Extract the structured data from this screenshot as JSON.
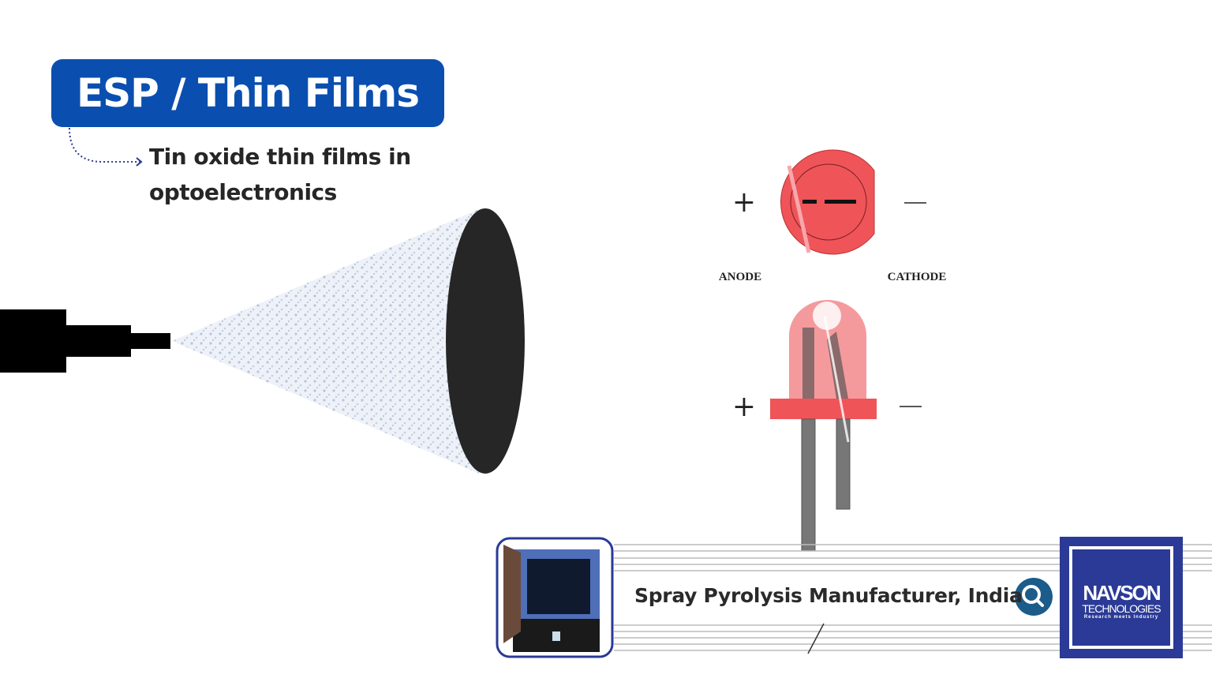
{
  "header": {
    "title": "ESP / Thin Films",
    "subtitle_line1": "Tin oxide thin films in",
    "subtitle_line2": "optoelectronics"
  },
  "led_diagram": {
    "anode_label": "ANODE",
    "cathode_label": "CATHODE",
    "plus_symbol": "+",
    "minus_symbol": "—"
  },
  "banner": {
    "text": "Spray Pyrolysis Manufacturer, India",
    "search_icon": "search-icon"
  },
  "logo": {
    "name": "NAVSON",
    "sub": "TECHNOLOGIES",
    "tagline": "Research meets Industry"
  },
  "colors": {
    "title_bg": "#0a4fb0",
    "led_red": "#ef5459",
    "logo_blue": "#2a3a96",
    "search_blue": "#1b5c8a"
  }
}
